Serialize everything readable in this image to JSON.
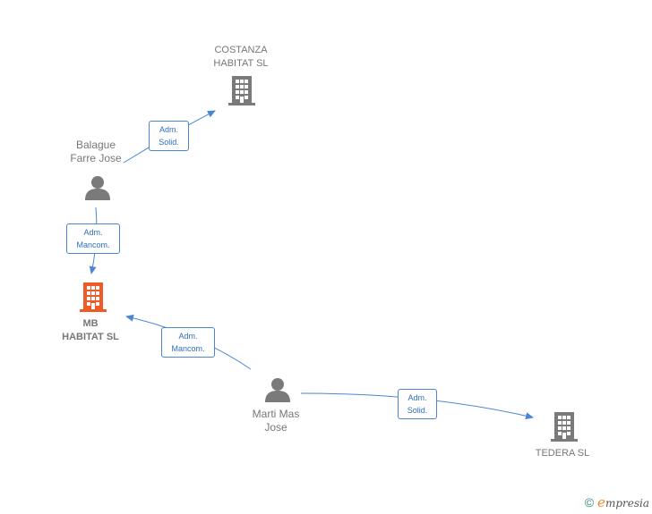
{
  "nodes": {
    "costanza": {
      "line1": "COSTANZA",
      "line2": "HABITAT  SL"
    },
    "balague": {
      "line1": "Balague",
      "line2": "Farre Jose"
    },
    "mb": {
      "line1": "MB",
      "line2": "HABITAT  SL"
    },
    "marti": {
      "line1": "Marti Mas",
      "line2": "Jose"
    },
    "tedera": {
      "line1": "TEDERA  SL"
    }
  },
  "edges": {
    "balague_costanza": {
      "line1": "Adm.",
      "line2": "Solid."
    },
    "balague_mb": {
      "line1": "Adm.",
      "line2": "Mancom."
    },
    "marti_mb": {
      "line1": "Adm.",
      "line2": "Mancom."
    },
    "marti_tedera": {
      "line1": "Adm.",
      "line2": "Solid."
    }
  },
  "colors": {
    "edge": "#4a86d4",
    "company": "#7a7a7a",
    "company_main": "#f05a28",
    "person": "#7a7a7a"
  },
  "brand": {
    "copyright": "©",
    "e": "e",
    "rest": "mpresia"
  }
}
